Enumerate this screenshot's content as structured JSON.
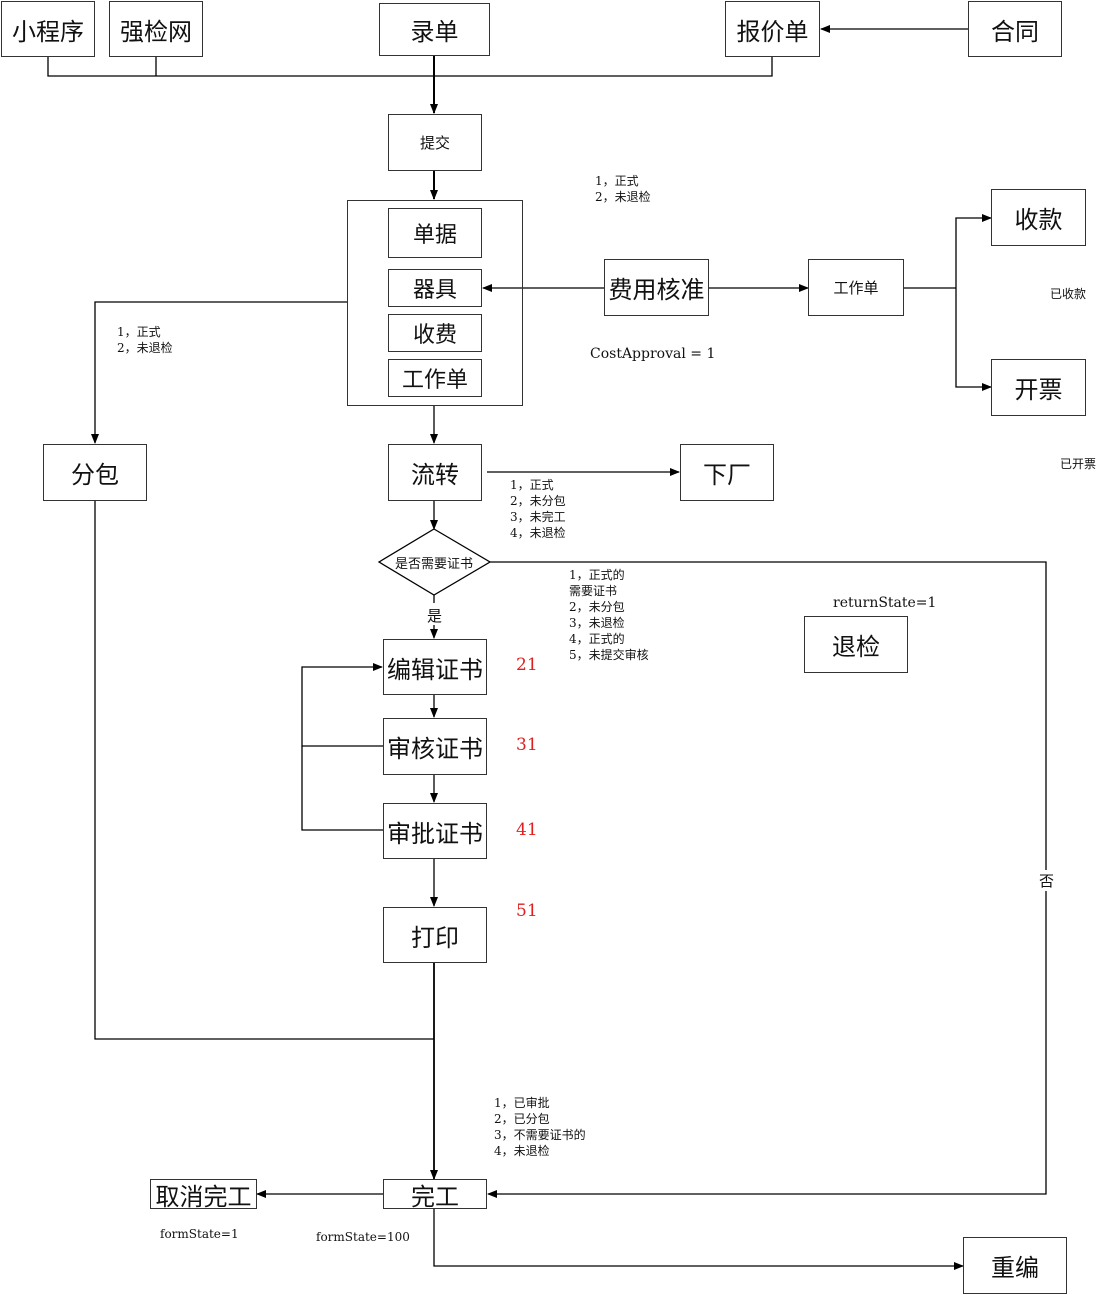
{
  "nodes": {
    "mini_program": "小程序",
    "qiangjian_net": "强检网",
    "entry": "录单",
    "quotation": "报价单",
    "contract": "合同",
    "submit": "提交",
    "container_items": [
      "单据",
      "器具",
      "收费",
      "工作单"
    ],
    "cost_approval": "费用核准",
    "work_order": "工作单",
    "receive_payment": "收款",
    "invoice": "开票",
    "subcontract": "分包",
    "circulate": "流转",
    "to_factory": "下厂",
    "need_certificate": "是否需要证书",
    "edit_certificate": "编辑证书",
    "review_certificate": "审核证书",
    "approve_certificate": "审批证书",
    "print": "打印",
    "return_inspection": "退检",
    "complete": "完工",
    "cancel_complete": "取消完工",
    "re_edit": "重编"
  },
  "notes": {
    "cost_approval_conditions": [
      "1，正式",
      "2，未退检"
    ],
    "subcontract_conditions": [
      "1，正式",
      "2，未退检"
    ],
    "cost_approval_value": "CostApproval = 1",
    "received_payment": "已收款",
    "invoiced": "已开票",
    "to_factory_conditions": [
      "1，正式",
      "2，未分包",
      "3，未完工",
      "4，未退检"
    ],
    "certificate_conditions": [
      "1，正式的",
      "需要证书",
      "2，未分包",
      "3，未退检",
      "4，正式的",
      "5，未提交审核"
    ],
    "return_state": "returnState=1",
    "complete_conditions": [
      "1，已审批",
      "2，已分包",
      "3，不需要证书的",
      "4，未退检"
    ],
    "cancel_form_state": "formState=1",
    "complete_form_state": "formState=100"
  },
  "edge_labels": {
    "yes": "是",
    "no": "否"
  },
  "state_codes": {
    "edit": "21",
    "review": "31",
    "approve": "41",
    "print": "51"
  },
  "colors": {
    "line": "#000000",
    "box_border": "#333333",
    "state_code": "#e02020"
  }
}
